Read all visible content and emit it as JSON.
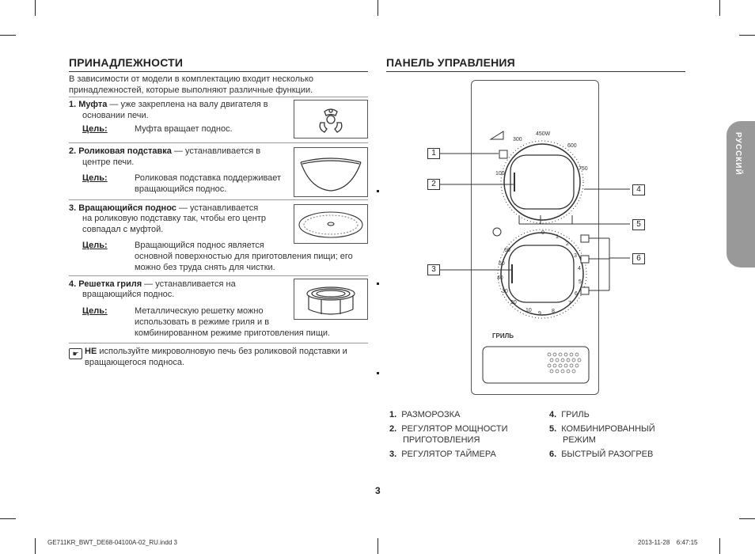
{
  "left": {
    "heading": "ПРИНАДЛЕЖНОСТИ",
    "intro": [
      "В зависимости от модели в комплектацию входит несколько",
      "принадлежностей, которые выполняют различные функции."
    ],
    "items": [
      {
        "num": "1.",
        "name": "Муфта",
        "desc1": " — уже закреплена на валу двигателя в",
        "desc2": "основании печи.",
        "goal_label": "Цель:",
        "goal1": "Муфта вращает поднос.",
        "goal2": "",
        "goal3": ""
      },
      {
        "num": "2.",
        "name": "Роликовая подставка",
        "desc1": " — устанавливается в",
        "desc2": "центре печи.",
        "goal_label": "Цель:",
        "goal1": "Роликовая подставка поддерживает",
        "goal2": "вращающийся поднос.",
        "goal3": ""
      },
      {
        "num": "3.",
        "name": "Вращающийся поднос",
        "desc1": " — устанавливается",
        "desc2": "на роликовую подставку так, чтобы его центр",
        "desc3": "совпадал с муфтой.",
        "goal_label": "Цель:",
        "goal1": "Вращающийся поднос является",
        "goal2": "основной поверхностью для приготовления пищи; его",
        "goal3": "можно без труда снять для чистки."
      },
      {
        "num": "4.",
        "name": "Решетка гриля",
        "desc1": " — устанавливается на",
        "desc2": "вращающийся поднос.",
        "goal_label": "Цель:",
        "goal1": "Металлическую решетку можно",
        "goal2": "использовать в режиме гриля и в",
        "goal3": "комбинированном режиме приготовления пищи."
      }
    ],
    "note_bold": "НЕ",
    "note1": " используйте микроволновую печь без роликовой подставки и",
    "note2": "вращающегося подноса."
  },
  "right": {
    "heading": "ПАНЕЛЬ УПРАВЛЕНИЯ",
    "power_marks": {
      "p300": "300",
      "p450": "450W",
      "p600": "600",
      "p100": "100",
      "p750": "750"
    },
    "timer_marks": {
      "t0": "0",
      "t1": "1",
      "t2": "2",
      "t3": "3",
      "t4": "4",
      "t5": "5",
      "t6": "6",
      "t7": "7",
      "t8": "8",
      "t9": "9",
      "t10": "10",
      "t20": "20",
      "t30": "30",
      "t40": "40",
      "t50": "50",
      "t60": "60"
    },
    "grill_label": "ГРИЛЬ",
    "callouts": [
      "1",
      "2",
      "3",
      "4",
      "5",
      "6"
    ],
    "legend": [
      {
        "num": "1.",
        "text": "РАЗМОРОЗКА"
      },
      {
        "num": "2.",
        "text": "РЕГУЛЯТОР МОЩНОСТИ",
        "text2": "ПРИГОТОВЛЕНИЯ"
      },
      {
        "num": "3.",
        "text": "РЕГУЛЯТОР ТАЙМЕРА"
      },
      {
        "num": "4.",
        "text": "ГРИЛЬ"
      },
      {
        "num": "5.",
        "text": "КОМБИНИРОВАННЫЙ",
        "text2": "РЕЖИМ"
      },
      {
        "num": "6.",
        "text": "БЫСТРЫЙ РАЗОГРЕВ"
      }
    ]
  },
  "side_tab": "РУССКИЙ",
  "page_number": "3",
  "footer": {
    "file": "GE711KR_BWT_DE68-04100A-02_RU.indd   3",
    "date": "2013-11-28     6:47:15"
  }
}
